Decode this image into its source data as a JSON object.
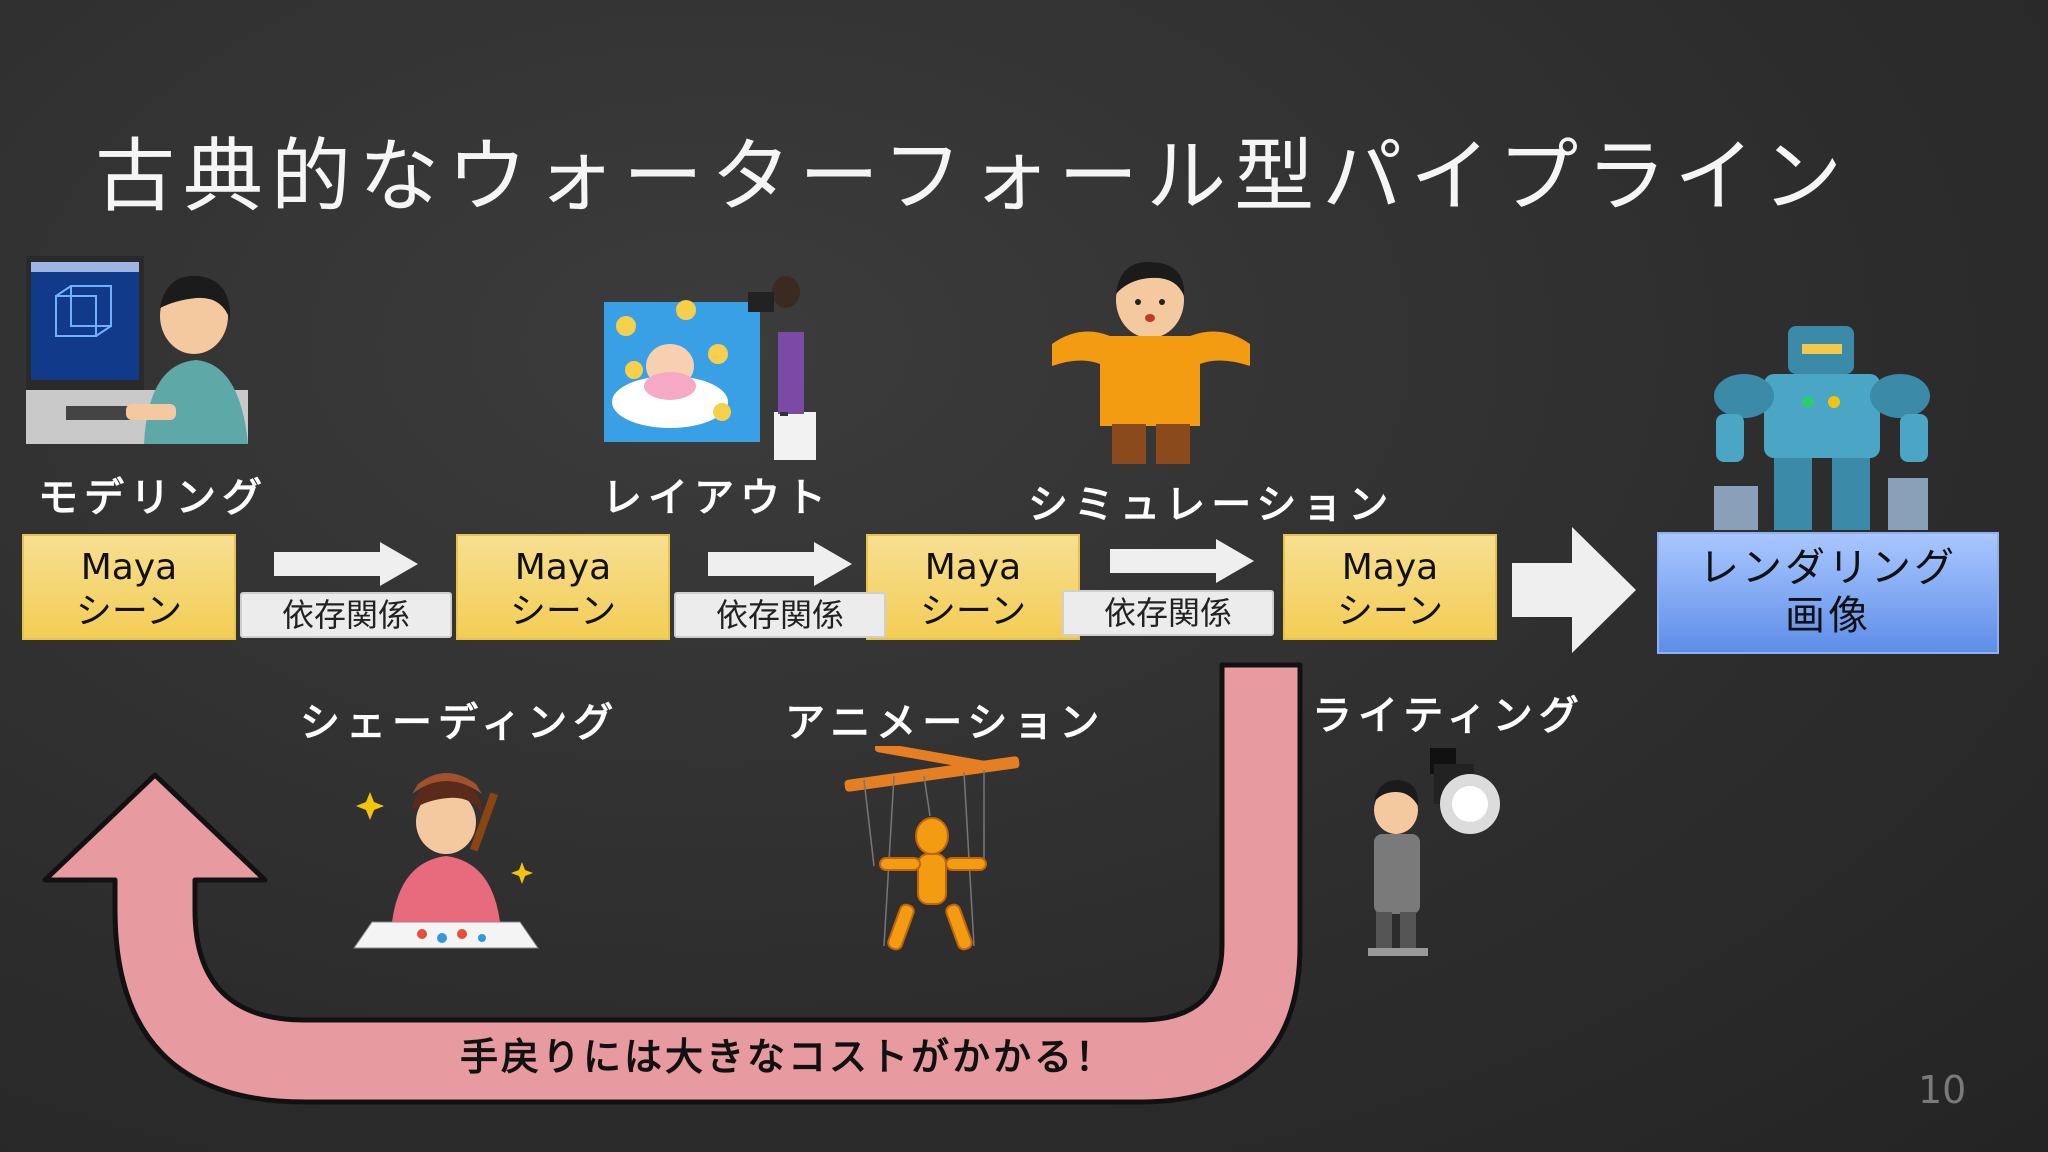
{
  "slide": {
    "title": "古典的なウォーターフォール型パイプライン",
    "page_number": "10"
  },
  "stages": {
    "modeling": "モデリング",
    "layout": "レイアウト",
    "simulation": "シミュレーション",
    "shading": "シェーディング",
    "animation": "アニメーション",
    "lighting": "ライティング"
  },
  "scenes": [
    {
      "line1": "Maya",
      "line2": "シーン"
    },
    {
      "line1": "Maya",
      "line2": "シーン"
    },
    {
      "line1": "Maya",
      "line2": "シーン"
    },
    {
      "line1": "Maya",
      "line2": "シーン"
    }
  ],
  "dependencies": [
    "依存関係",
    "依存関係",
    "依存関係"
  ],
  "render": {
    "line1": "レンダリング",
    "line2": "画像"
  },
  "feedback": "手戻りには大きなコストがかかる！",
  "colors": {
    "scene_fill": "#f3cd55",
    "render_fill": "#5f8ee8",
    "feedback_arrow": "#e79aa0",
    "background": "#2e2e2e"
  }
}
